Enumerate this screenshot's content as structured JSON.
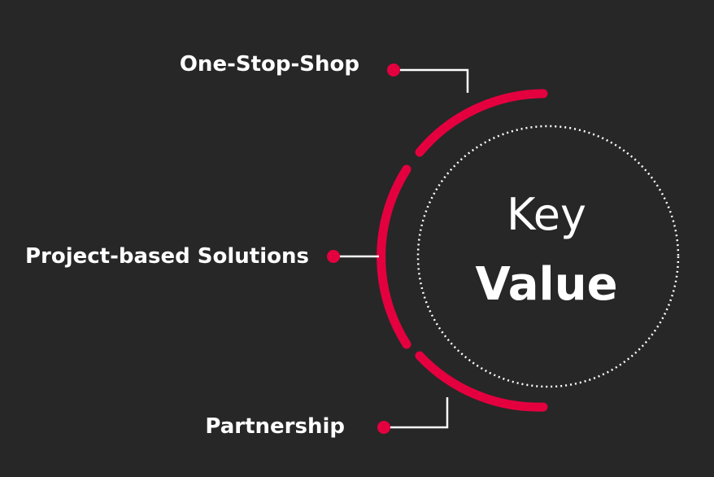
{
  "colors": {
    "background": "#272727",
    "accent": "#e4003f",
    "text": "#ffffff",
    "connector": "#ffffff"
  },
  "center": {
    "line1": "Key",
    "line2": "Value"
  },
  "items": [
    {
      "label": "One-Stop-Shop"
    },
    {
      "label": "Project-based Solutions"
    },
    {
      "label": "Partnership"
    }
  ]
}
